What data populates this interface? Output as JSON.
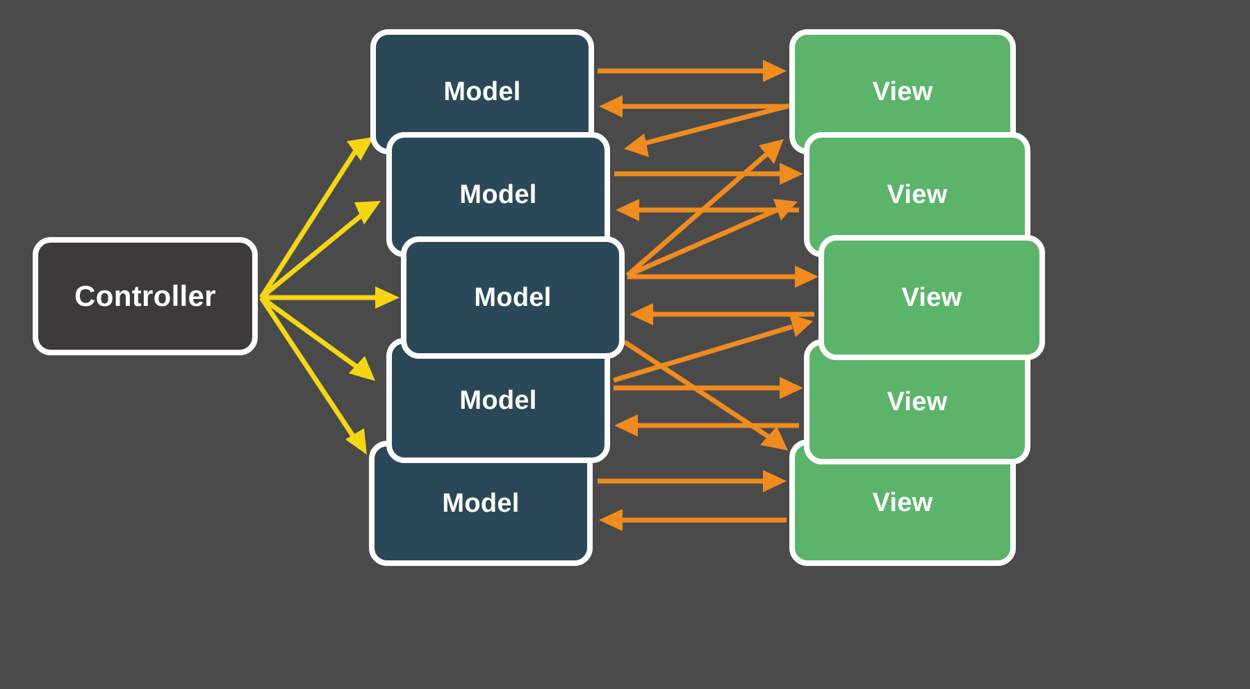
{
  "diagram": {
    "title": "MVC Model-View-Controller relationship diagram",
    "background_color": "#4a4a4a"
  },
  "colors": {
    "background": "#4a4a4a",
    "controller_fill": "#3d3b3a",
    "model_fill": "#2b4858",
    "view_fill": "#5cb46b",
    "node_border": "#ffffff",
    "controller_arrow": "#f5d614",
    "model_view_arrow": "#ef8b1f",
    "label_text": "#ffffff"
  },
  "controller": {
    "label": "Controller"
  },
  "models": [
    {
      "label": "Model"
    },
    {
      "label": "Model"
    },
    {
      "label": "Model"
    },
    {
      "label": "Model"
    },
    {
      "label": "Model"
    }
  ],
  "views": [
    {
      "label": "View"
    },
    {
      "label": "View"
    },
    {
      "label": "View"
    },
    {
      "label": "View"
    },
    {
      "label": "View"
    }
  ],
  "edges": {
    "controller_to_models": {
      "color": "#f5d614",
      "count": 5,
      "direction": "one-way",
      "description": "Controller fans out to each Model"
    },
    "model_view_pairs": {
      "color": "#ef8b1f",
      "direction": "bidirectional",
      "description": "Models and Views exchange messages, including cross links"
    }
  }
}
